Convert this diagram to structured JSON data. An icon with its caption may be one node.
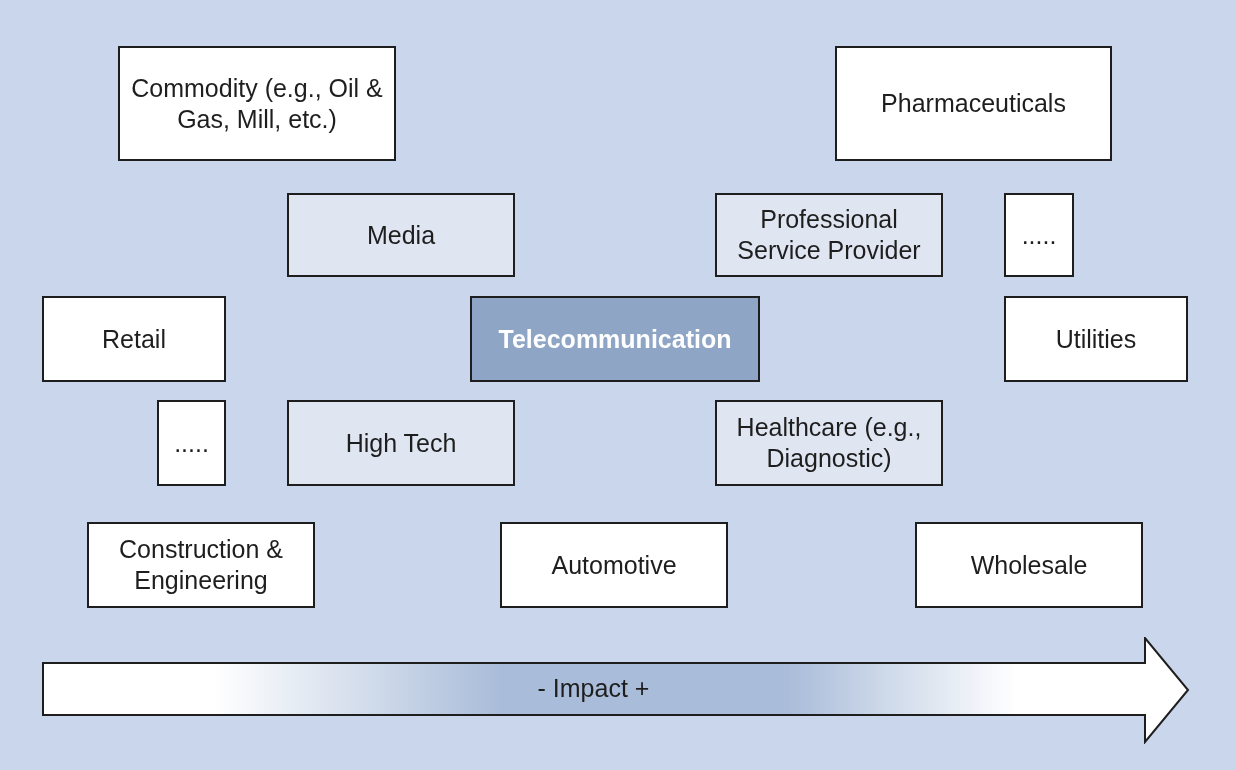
{
  "diagram": {
    "nodes": [
      {
        "text": [
          "Commodity (e.g., Oil & Gas, Mill, etc.)"
        ]
      },
      {
        "text": [
          "Pharmaceuticals"
        ]
      },
      {
        "text": [
          "Media"
        ]
      },
      {
        "text": [
          "Professional Service Provider"
        ]
      },
      {
        "text": [
          "....."
        ]
      },
      {
        "text": [
          "Retail"
        ]
      },
      {
        "text": [
          "Telecommunication"
        ]
      },
      {
        "text": [
          "Utilities"
        ]
      },
      {
        "text": [
          "....."
        ]
      },
      {
        "text": [
          "High Tech"
        ]
      },
      {
        "text": [
          "Healthcare (e.g., Diagnostic)"
        ]
      },
      {
        "text": [
          "Construction & Engineering"
        ]
      },
      {
        "text": [
          "Automotive"
        ]
      },
      {
        "text": [
          "Wholesale"
        ]
      },
      {
        "text": [
          "- Impact +"
        ]
      }
    ]
  }
}
